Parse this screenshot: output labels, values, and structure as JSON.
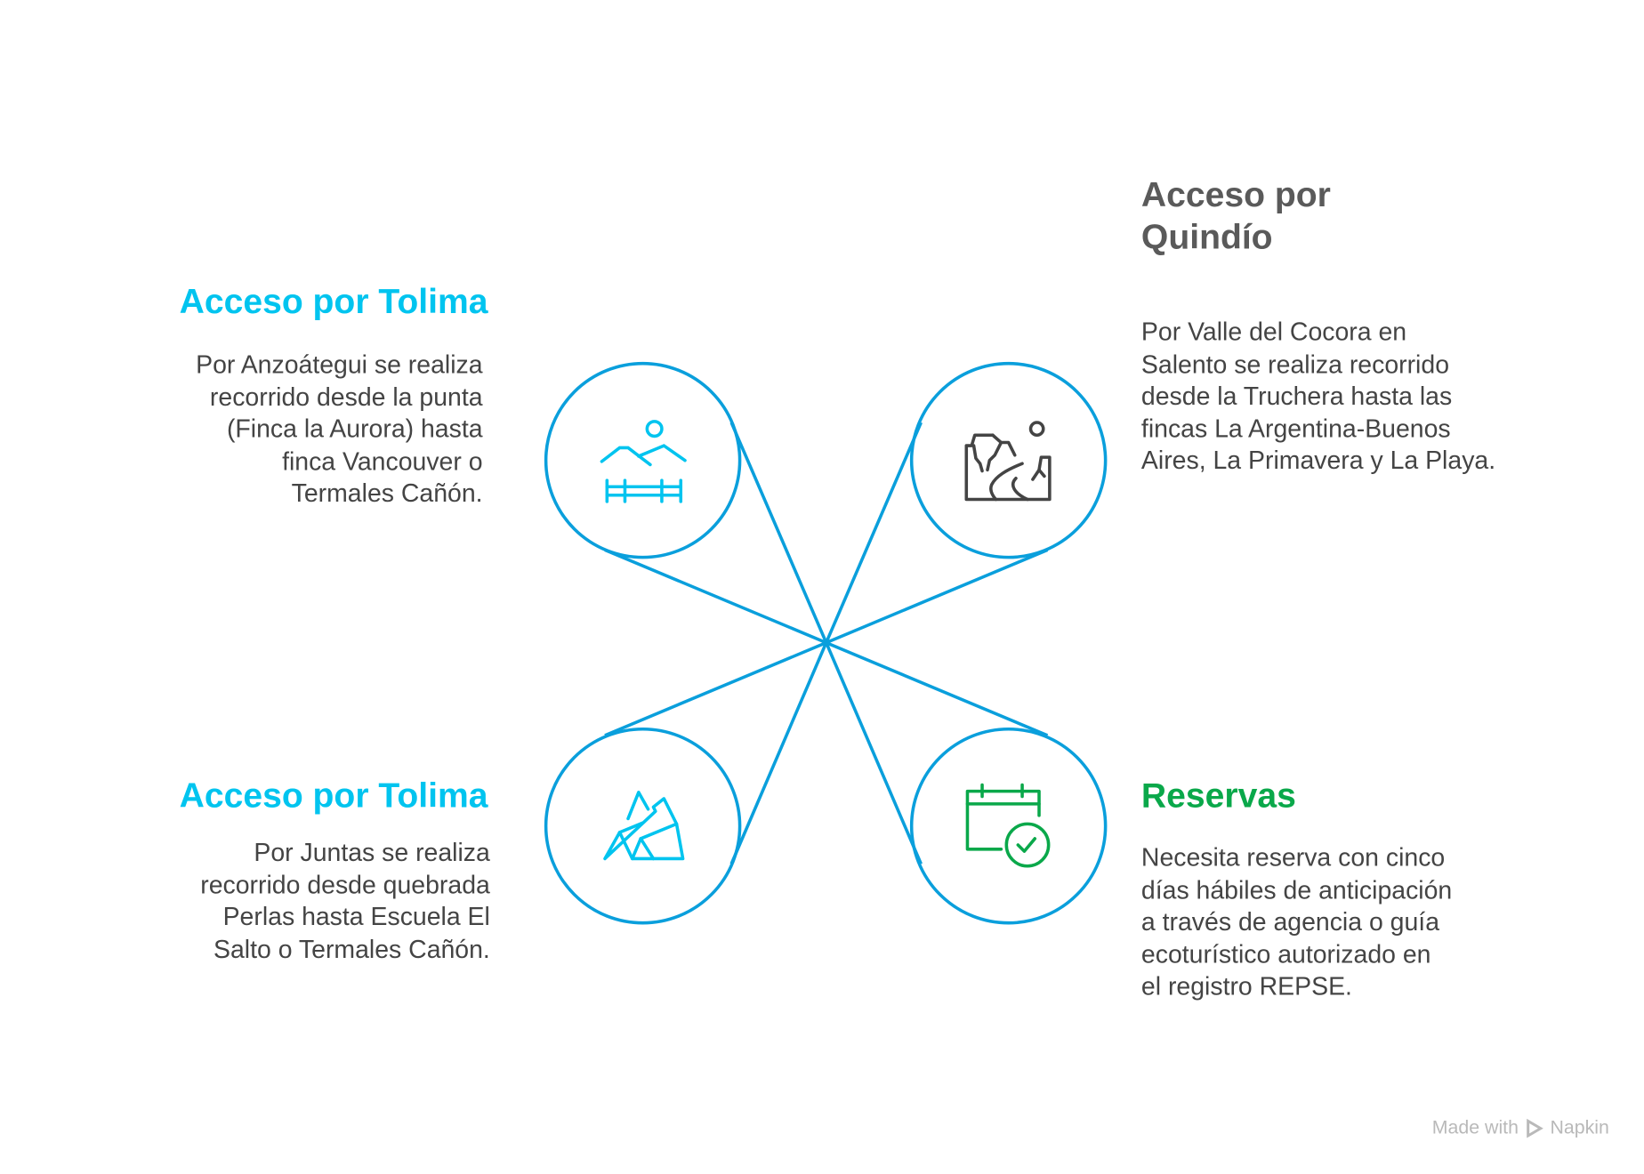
{
  "colors": {
    "ring": "#0a9fdc",
    "cyan": "#00c4ef",
    "gray": "#555555",
    "green": "#0aa84a",
    "text": "#444444"
  },
  "items": [
    {
      "title": "Acceso por Tolima",
      "body": "Por Anzoátegui se realiza\nrecorrido desde la punta\n(Finca la Aurora) hasta\nfinca Vancouver o\nTermales Cañón.",
      "icon": "landscape-fence-icon"
    },
    {
      "title": "Acceso por\nQuindío",
      "body": "Por Valle del Cocora en\nSalento se realiza recorrido\ndesde la Truchera hasta las\nfincas La Argentina-Buenos\nAires, La Primavera y La Playa.",
      "icon": "canyon-river-icon"
    },
    {
      "title": "Acceso por Tolima",
      "body": "Por Juntas se realiza\nrecorrido desde quebrada\nPerlas hasta Escuela El\nSalto o Termales Cañón.",
      "icon": "mountains-icon"
    },
    {
      "title": "Reservas",
      "body": "Necesita reserva con cinco\ndías hábiles de anticipación\na través de agencia o guía\necoturístico autorizado en\nel registro REPSE.",
      "icon": "calendar-check-icon"
    }
  ],
  "footer": {
    "made_with": "Made with",
    "brand": "Napkin"
  }
}
